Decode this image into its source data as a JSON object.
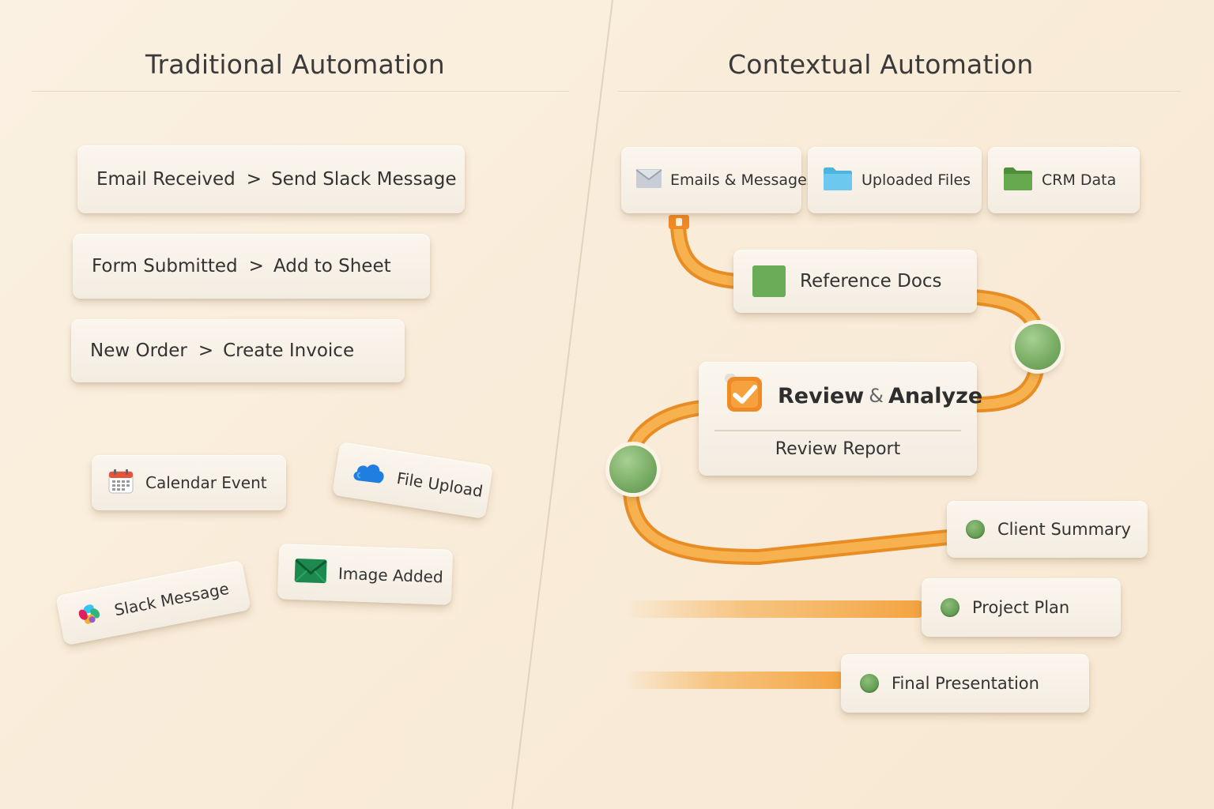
{
  "left": {
    "title": "Traditional Automation",
    "rules": [
      {
        "trigger": "Email Received",
        "sep": ">",
        "action": "Send Slack Message"
      },
      {
        "trigger": "Form Submitted",
        "sep": ">",
        "action": "Add to Sheet"
      },
      {
        "trigger": "New Order",
        "sep": ">",
        "action": "Create Invoice"
      }
    ],
    "chips": [
      {
        "label": "Calendar Event",
        "icon": "calendar-icon"
      },
      {
        "label": "File Upload",
        "icon": "cloud-icon"
      },
      {
        "label": "Slack Message",
        "icon": "slack-icon"
      },
      {
        "label": "Image Added",
        "icon": "envelope-icon"
      }
    ]
  },
  "right": {
    "title": "Contextual Automation",
    "sources": [
      {
        "label": "Emails & Messages",
        "icon": "mail-icon"
      },
      {
        "label": "Uploaded Files",
        "icon": "folder-icon",
        "color": "#5bc0e8"
      },
      {
        "label": "CRM Data",
        "icon": "folder-icon",
        "color": "#5fa44a"
      }
    ],
    "reference": {
      "label": "Reference Docs",
      "icon": "green-square-icon"
    },
    "review": {
      "title_a": "Review",
      "amp": "&",
      "title_b": "Analyze",
      "subtitle": "Review Report",
      "icon": "checkbox-icon"
    },
    "outputs": [
      {
        "label": "Client Summary"
      },
      {
        "label": "Project Plan"
      },
      {
        "label": "Final Presentation"
      }
    ]
  },
  "colors": {
    "flow": "#f3a23e",
    "node": "#7aae66",
    "check": "#f08a24"
  }
}
